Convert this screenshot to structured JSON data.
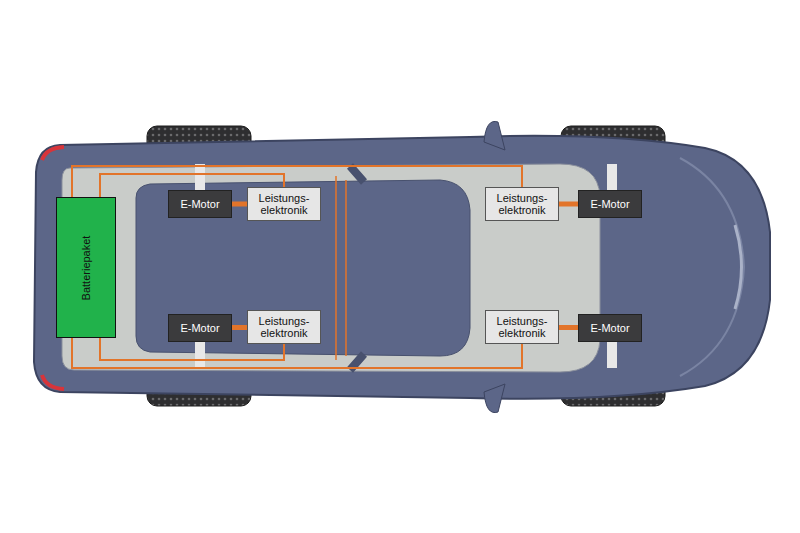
{
  "diagram": {
    "nodes": [
      {
        "text": [
          "Batteriepaket"
        ]
      },
      {
        "text": [
          "E-Motor"
        ]
      },
      {
        "text": [
          "Leistungs- elektronik"
        ]
      },
      {
        "text": [
          "Leistungs- elektronik"
        ]
      },
      {
        "text": [
          "E-Motor"
        ]
      },
      {
        "text": [
          "E-Motor"
        ]
      },
      {
        "text": [
          "Leistungs- elektronik"
        ]
      },
      {
        "text": [
          "Leistungs- elektronik"
        ]
      },
      {
        "text": [
          "E-Motor"
        ]
      }
    ],
    "edges": [
      {
        "from": 0,
        "to": 2,
        "arrow": "none"
      },
      {
        "from": 0,
        "to": 3,
        "arrow": "none"
      },
      {
        "from": 0,
        "to": 6,
        "arrow": "none"
      },
      {
        "from": 0,
        "to": 7,
        "arrow": "none"
      },
      {
        "from": 2,
        "to": 1,
        "arrow": "none"
      },
      {
        "from": 3,
        "to": 4,
        "arrow": "none"
      },
      {
        "from": 6,
        "to": 5,
        "arrow": "none"
      },
      {
        "from": 7,
        "to": 8,
        "arrow": "none"
      }
    ]
  }
}
